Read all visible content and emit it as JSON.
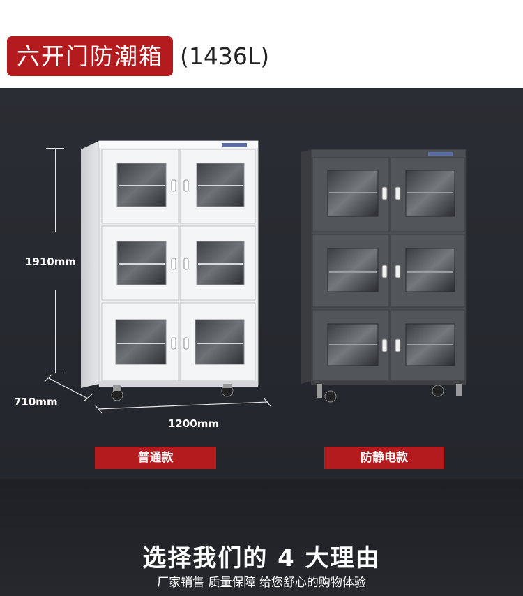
{
  "header": {
    "title": "六开门防潮箱",
    "capacity": "(1436L)"
  },
  "dimensions": {
    "height": "1910mm",
    "depth": "710mm",
    "width": "1200mm"
  },
  "models": {
    "standard": "普通款",
    "anti_static": "防静电款"
  },
  "reasons": {
    "title": "选择我们的 4 大理由",
    "subtitle": "厂家销售 质量保障 给您舒心的购物体验"
  },
  "colors": {
    "accent_red": "#b31b1e",
    "background_dark": "#2a2d33",
    "cabinet_white": "#f2f3f5",
    "cabinet_gray": "#4a4d52"
  }
}
